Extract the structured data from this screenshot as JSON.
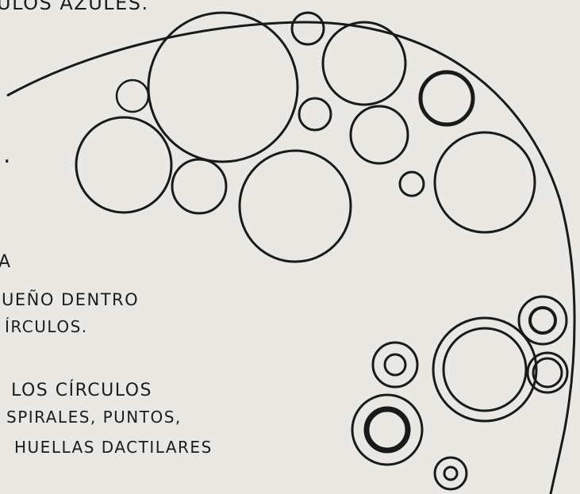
{
  "text_fragments": {
    "top_line": "ULOS AZULES.",
    "period_mark": ".",
    "line_a": "A",
    "line_b1": "UEÑO DENTRO",
    "line_b2": "ÍRCULOS.",
    "line_c1": "LOS CÍRCULOS",
    "line_c2": "SPIRALES, PUNTOS,",
    "line_c3": "HUELLAS DACTILARES"
  },
  "colors": {
    "paper": "#e9e8e3",
    "ink": "#1a1a1a"
  }
}
